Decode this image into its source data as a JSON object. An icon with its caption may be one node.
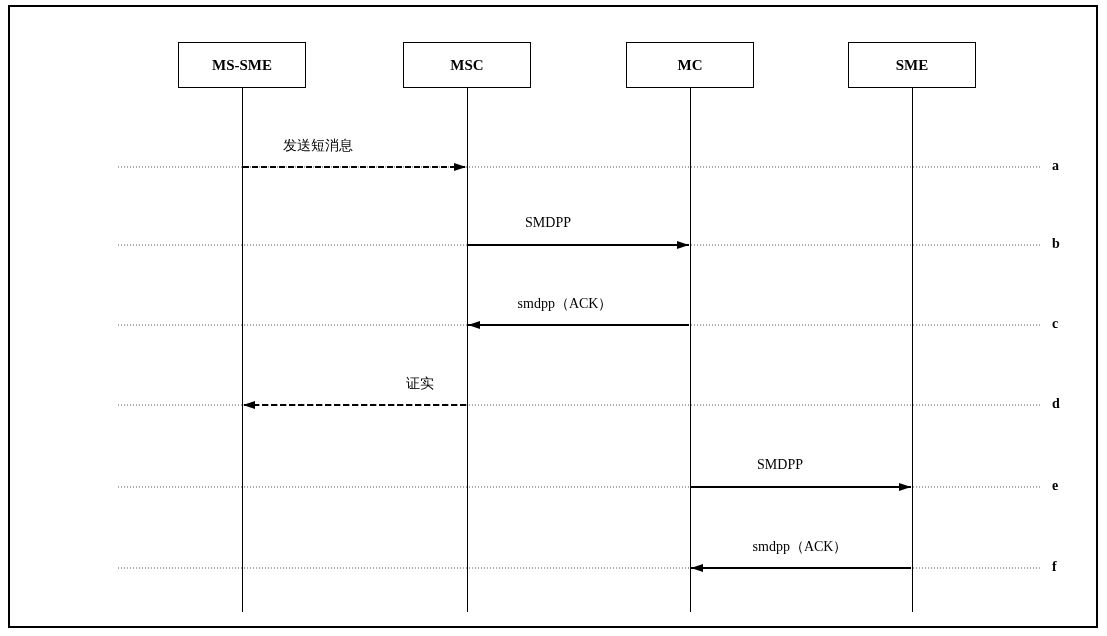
{
  "diagram": {
    "nodes": [
      {
        "text": [
          "MS-SME"
        ]
      },
      {
        "text": [
          "MSC"
        ]
      },
      {
        "text": [
          "MC"
        ]
      },
      {
        "text": [
          "SME"
        ]
      }
    ],
    "edges": [
      {
        "from": 0,
        "to": 1,
        "arrow": "to",
        "label": "发送短消息",
        "style": "dashed"
      },
      {
        "from": 1,
        "to": 2,
        "arrow": "to",
        "label": "SMDPP"
      },
      {
        "from": 2,
        "to": 1,
        "arrow": "to",
        "label": "smdpp（ACK）"
      },
      {
        "from": 1,
        "to": 0,
        "arrow": "to",
        "label": "证实",
        "style": "dashed"
      },
      {
        "from": 2,
        "to": 3,
        "arrow": "to",
        "label": "SMDPP"
      },
      {
        "from": 3,
        "to": 2,
        "arrow": "to",
        "label": "smdpp（ACK）"
      }
    ],
    "labels": [
      "a",
      "b",
      "c",
      "d",
      "e",
      "f"
    ]
  }
}
